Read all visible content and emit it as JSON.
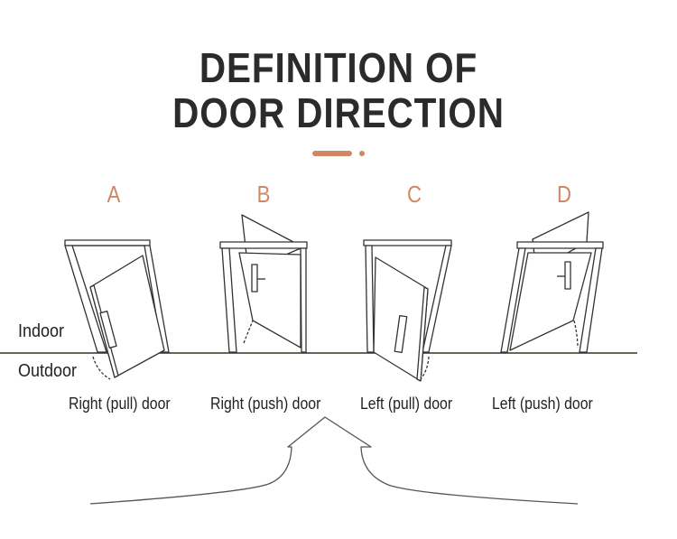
{
  "title": {
    "line1": "DEFINITION OF",
    "line2": "DOOR DIRECTION"
  },
  "accent_color": "#cf8764",
  "sides": {
    "indoor": "Indoor",
    "outdoor": "Outdoor"
  },
  "doors": [
    {
      "letter": "A",
      "caption": "Right (pull) door"
    },
    {
      "letter": "B",
      "caption": "Right (push) door"
    },
    {
      "letter": "C",
      "caption": "Left (pull) door"
    },
    {
      "letter": "D",
      "caption": "Left (push) door"
    }
  ]
}
